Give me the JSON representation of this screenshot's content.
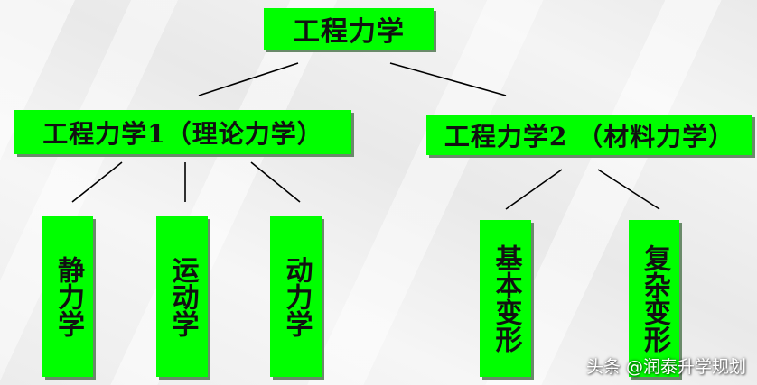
{
  "diagram": {
    "root": {
      "label": "工程力学"
    },
    "branches": [
      {
        "label": "工程力学1（理论力学）",
        "children": [
          "静力学",
          "运动学",
          "动力学"
        ]
      },
      {
        "label": "工程力学2 （材料力学）",
        "children": [
          "基本变形",
          "复杂变形"
        ]
      }
    ]
  },
  "watermark": {
    "text": "头条 @润泰升学规划"
  },
  "colors": {
    "box_fill": "#00ff00",
    "box_shadow": "#6a8a6a",
    "line": "#000000",
    "background": "#f1f1f1"
  }
}
